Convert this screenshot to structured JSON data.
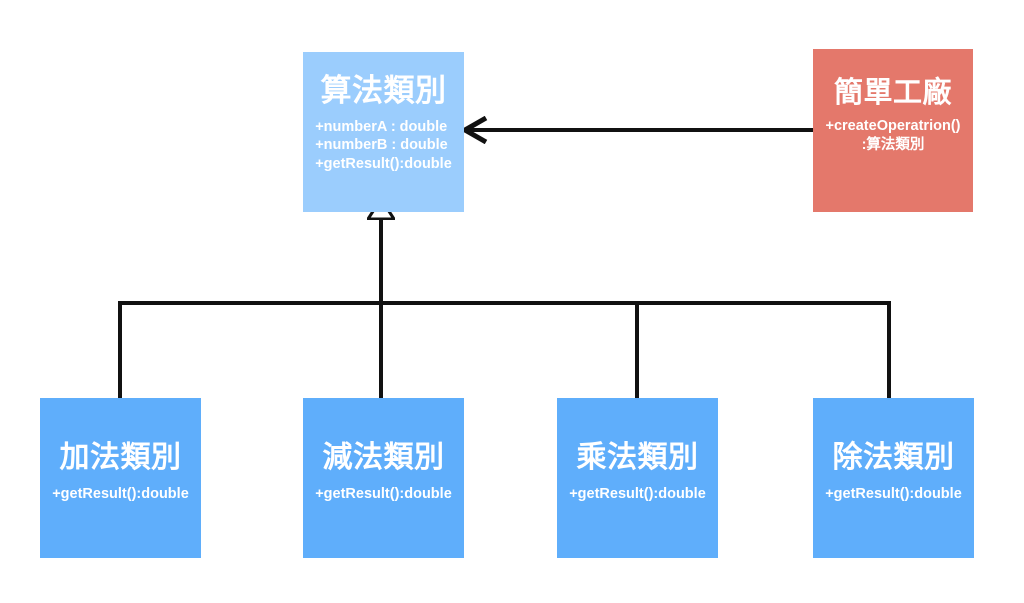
{
  "diagram": {
    "type": "uml-class-diagram",
    "title": "Simple Factory pattern class diagram",
    "background_color": "#ffffff",
    "colors": {
      "base_class": "#9BCDFD",
      "concrete_class": "#5FAEFB",
      "factory_class": "#E4786B",
      "connector": "#111111",
      "text": "#ffffff"
    },
    "classes": {
      "base": {
        "name": "算法類別",
        "members": [
          "+numberA : double",
          "+numberB : double",
          "+getResult():double"
        ]
      },
      "factory": {
        "name": "簡單工廠",
        "members": [
          "+createOperatrion()",
          ":算法類別"
        ]
      },
      "addition": {
        "name": "加法類別",
        "members": [
          "+getResult():double"
        ]
      },
      "subtraction": {
        "name": "減法類別",
        "members": [
          "+getResult():double"
        ]
      },
      "multiplication": {
        "name": "乘法類別",
        "members": [
          "+getResult():double"
        ]
      },
      "division": {
        "name": "除法類別",
        "members": [
          "+getResult():double"
        ]
      }
    },
    "connectors": {
      "generalization": {
        "label": "generalization-arrow",
        "style": "hollow-triangle",
        "from": [
          "加法類別",
          "減法類別",
          "乘法類別",
          "除法類別"
        ],
        "to": "算法類別"
      },
      "dependency": {
        "label": "dependency-arrow",
        "style": "open-arrow",
        "from": "簡單工廠",
        "to": "算法類別"
      }
    }
  }
}
